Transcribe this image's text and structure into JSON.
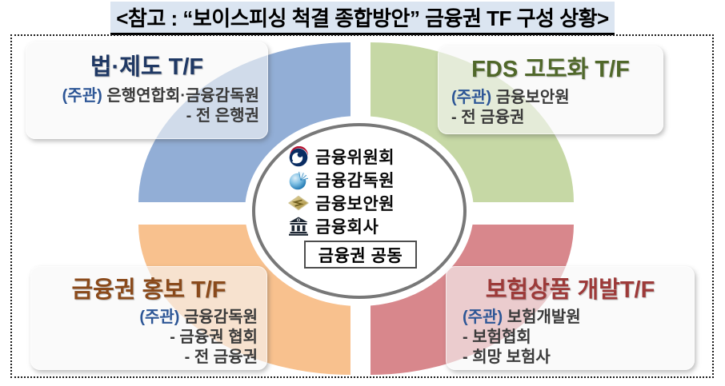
{
  "main_title": "<참고 : “보이스피싱 척결 종합방안” 금융권 TF 구성 상황>",
  "quadrants": {
    "legal": {
      "title": "법·제도 T/F",
      "lead_label": "(주관)",
      "lead": "은행연합회·금융감독원",
      "members": [
        "- 전 은행권"
      ],
      "fill": "#92aed6",
      "title_color": "#1f3864"
    },
    "fds": {
      "title": "FDS 고도화 T/F",
      "lead_label": "(주관)",
      "lead": "금융보안원",
      "members": [
        "- 전 금융권"
      ],
      "fill": "#c6d8a5",
      "title_color": "#50682a"
    },
    "promo": {
      "title": "금융권 홍보 T/F",
      "lead_label": "(주관)",
      "lead": "금융감독원",
      "members": [
        "- 금융권 협회",
        "- 전 금융권"
      ],
      "fill": "#f8c18e",
      "title_color": "#8a4a1b"
    },
    "insurance": {
      "title": "보험상품 개발T/F",
      "lead_label": "(주관)",
      "lead": "보험개발원",
      "members": [
        "- 보험협회",
        "- 희망 보험사"
      ],
      "fill": "#d8878c",
      "title_color": "#9d3a39"
    }
  },
  "center": {
    "organizations": [
      {
        "name": "금융위원회",
        "icon": "fsc-emblem-icon"
      },
      {
        "name": "금융감독원",
        "icon": "fss-globe-icon"
      },
      {
        "name": "금융보안원",
        "icon": "fsi-seal-icon"
      },
      {
        "name": "금융회사",
        "icon": "bank-building-icon"
      }
    ],
    "badge": "금융권 공동"
  },
  "colors": {
    "lead_label": "#2d5696",
    "title_highlight": "#dbe5f1",
    "center_border": "#787878",
    "frame_border": "#1c1c1c"
  }
}
